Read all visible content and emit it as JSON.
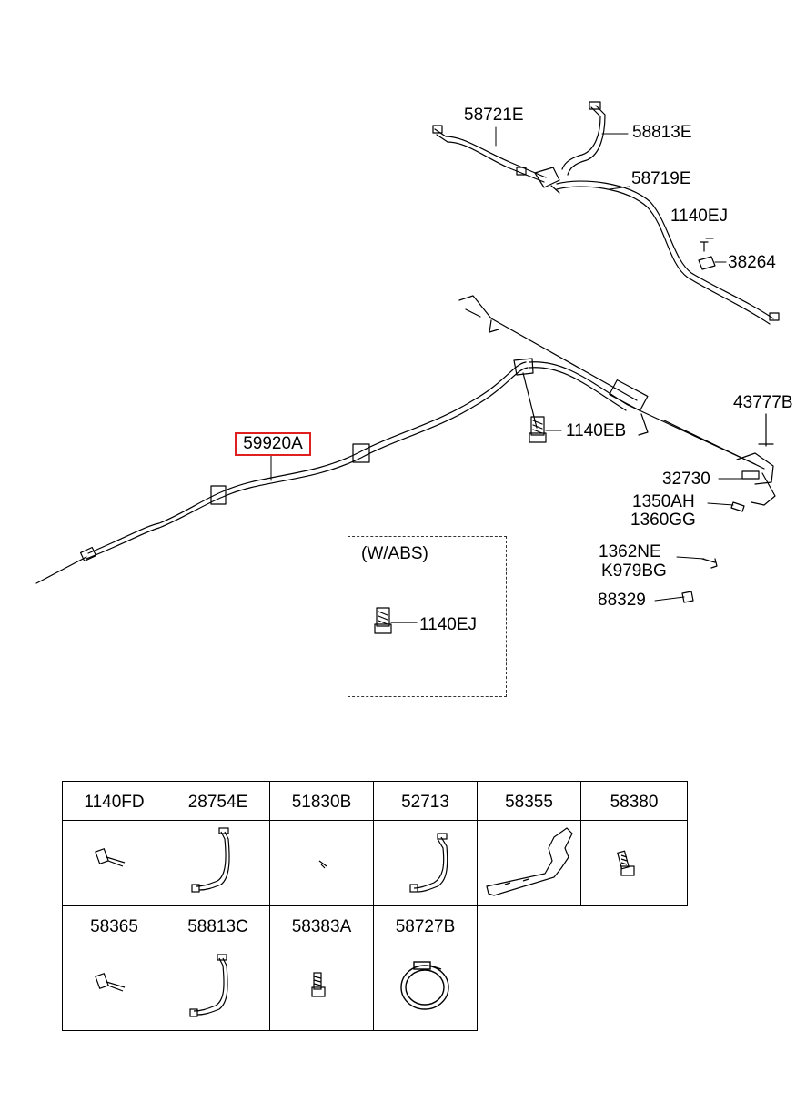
{
  "callouts": {
    "main_cable": "59920A",
    "cable_58721E": "58721E",
    "cable_58813E": "58813E",
    "cable_58719E": "58719E",
    "bolt_1140EJ_top": "1140EJ",
    "clip_38264": "38264",
    "bolt_1140EB": "1140EB",
    "part_43777B": "43777B",
    "part_32730": "32730",
    "part_1350AH": "1350AH",
    "part_1360GG": "1360GG",
    "part_1362NE": "1362NE",
    "part_K979BG": "K979BG",
    "part_88329": "88329"
  },
  "abs_box": {
    "title": "(W/ABS)",
    "label": "1140EJ"
  },
  "parts_table": {
    "row1": [
      "1140FD",
      "28754E",
      "51830B",
      "52713",
      "58355",
      "58380"
    ],
    "row2": [
      "58365",
      "58813C",
      "58383A",
      "58727B"
    ]
  },
  "colors": {
    "highlight": "#e02020",
    "line": "#000000"
  }
}
